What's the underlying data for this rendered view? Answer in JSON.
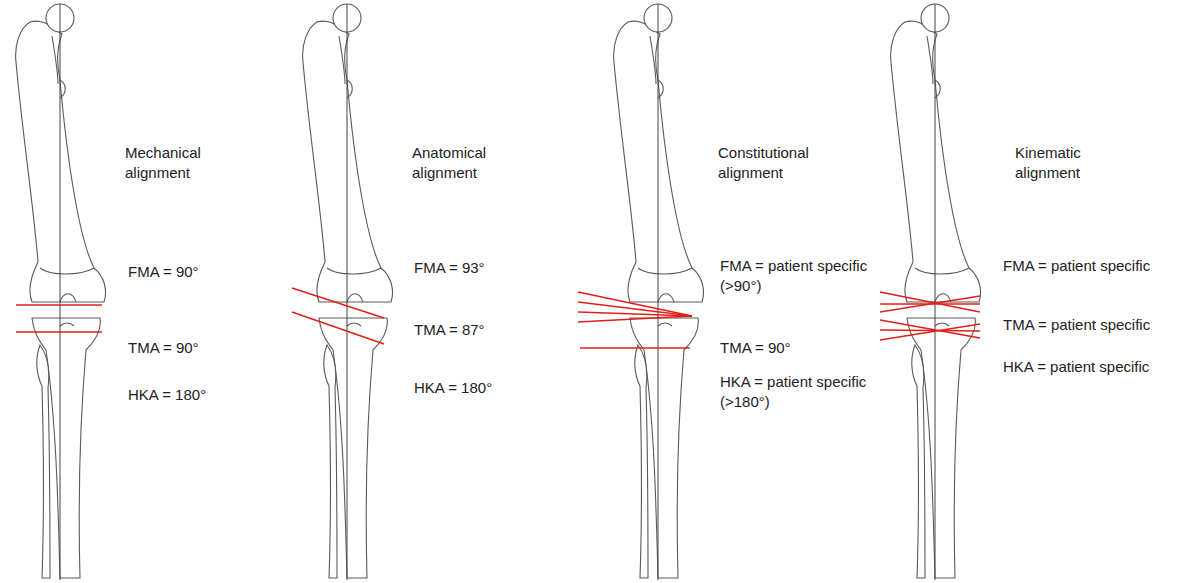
{
  "diagram": {
    "labels": [
      "Mechanical alignment",
      "FMA = 90°",
      "TMA = 90°",
      "HKA = 180°",
      "Anatomical alignment",
      "FMA = 93°",
      "TMA = 87°",
      "HKA = 180°",
      "Constitutional alignment",
      "FMA = patient specific (>90°)",
      "TMA = 90°",
      "HKA = patient specific (>180°)",
      "Kinematic alignment",
      "FMA = patient specific",
      "TMA = patient specific",
      "HKA = patient specific"
    ]
  }
}
